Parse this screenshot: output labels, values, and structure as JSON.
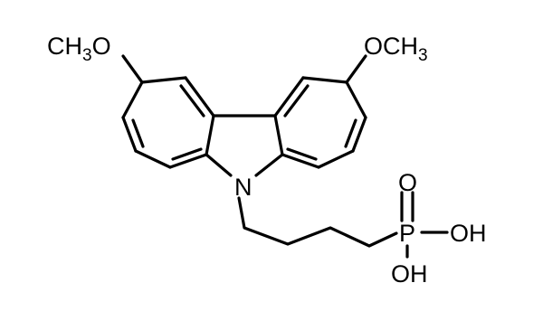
{
  "molecule": {
    "atoms": {
      "methoxy_left": {
        "main": "CH",
        "sub": "3",
        "tail": "O"
      },
      "methoxy_right": {
        "head": "OCH",
        "sub": "3"
      },
      "nitrogen": "N",
      "phosphorus": "P",
      "oxo": "O",
      "hydroxy_right": "OH",
      "hydroxy_bottom": "OH"
    }
  }
}
